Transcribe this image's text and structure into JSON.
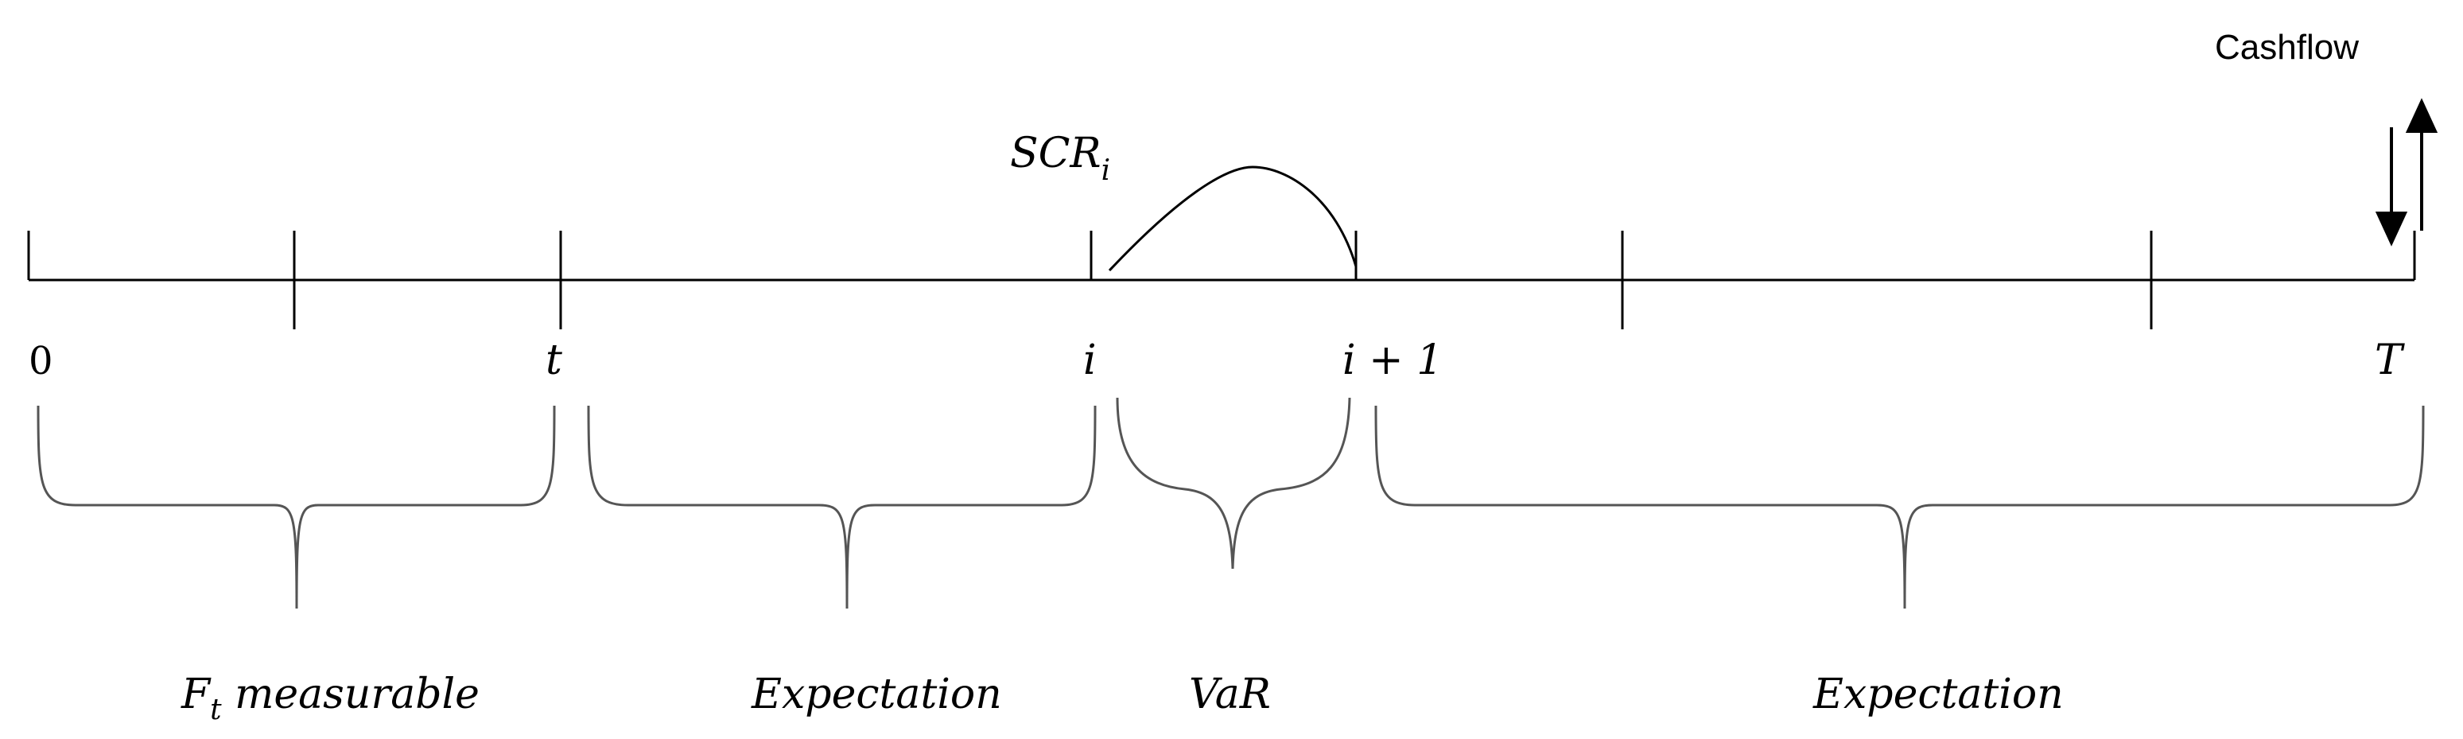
{
  "timeline": {
    "ticks": [
      {
        "label": "0"
      },
      {
        "label": ""
      },
      {
        "label": "t"
      },
      {
        "label": "i"
      },
      {
        "label": "i + 1"
      },
      {
        "label": ""
      },
      {
        "label": ""
      },
      {
        "label": "T"
      }
    ]
  },
  "annotations": {
    "scr_base": "SCR",
    "scr_sub": "i",
    "cashflow": "Cashflow"
  },
  "braces": {
    "ft_measurable_main": "F",
    "ft_measurable_sub": "t",
    "ft_measurable_rest": " measurable",
    "expectation_1": "Expectation",
    "var": "VaR",
    "expectation_2": "Expectation"
  },
  "colors": {
    "line": "#000000",
    "brace": "#555555"
  }
}
